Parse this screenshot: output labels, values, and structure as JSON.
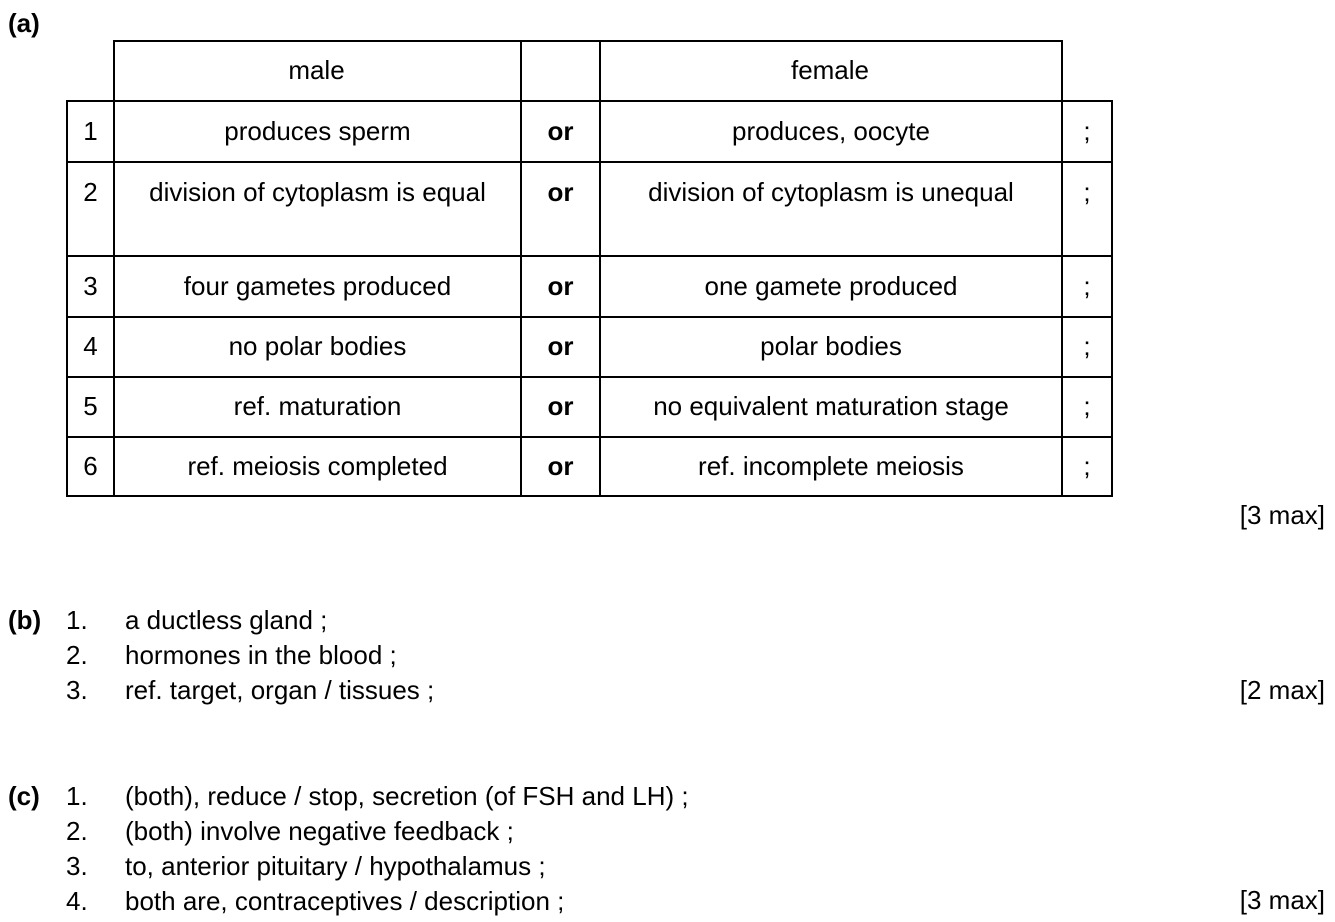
{
  "part_a": {
    "label": "(a)",
    "header": {
      "male": "male",
      "female": "female"
    },
    "rows": [
      {
        "num": "1",
        "male": "produces sperm",
        "or": "or",
        "female": "produces, oocyte",
        "semi": ";"
      },
      {
        "num": "2",
        "male": "division of cytoplasm is equal",
        "or": "or",
        "female": "division of cytoplasm is unequal",
        "semi": ";"
      },
      {
        "num": "3",
        "male": "four gametes produced",
        "or": "or",
        "female": "one gamete produced",
        "semi": ";"
      },
      {
        "num": "4",
        "male": "no polar bodies",
        "or": "or",
        "female": "polar bodies",
        "semi": ";"
      },
      {
        "num": "5",
        "male": "ref. maturation",
        "or": "or",
        "female": "no equivalent maturation stage",
        "semi": ";"
      },
      {
        "num": "6",
        "male": "ref. meiosis completed",
        "or": "or",
        "female": "ref. incomplete meiosis",
        "semi": ";"
      }
    ],
    "marks": "[3 max]"
  },
  "part_b": {
    "label": "(b)",
    "items": [
      {
        "num": "1.",
        "text": "a ductless gland ;"
      },
      {
        "num": "2.",
        "text": "hormones in the blood ;"
      },
      {
        "num": "3.",
        "text": "ref. target, organ / tissues ;"
      }
    ],
    "marks": "[2 max]"
  },
  "part_c": {
    "label": "(c)",
    "items": [
      {
        "num": "1.",
        "text": "(both), reduce / stop, secretion (of FSH and LH) ;"
      },
      {
        "num": "2.",
        "text": "(both) involve negative feedback ;"
      },
      {
        "num": "3.",
        "text": "to, anterior pituitary / hypothalamus ;"
      },
      {
        "num": "4.",
        "text": "both are, contraceptives / description ;"
      }
    ],
    "marks": "[3 max]"
  }
}
